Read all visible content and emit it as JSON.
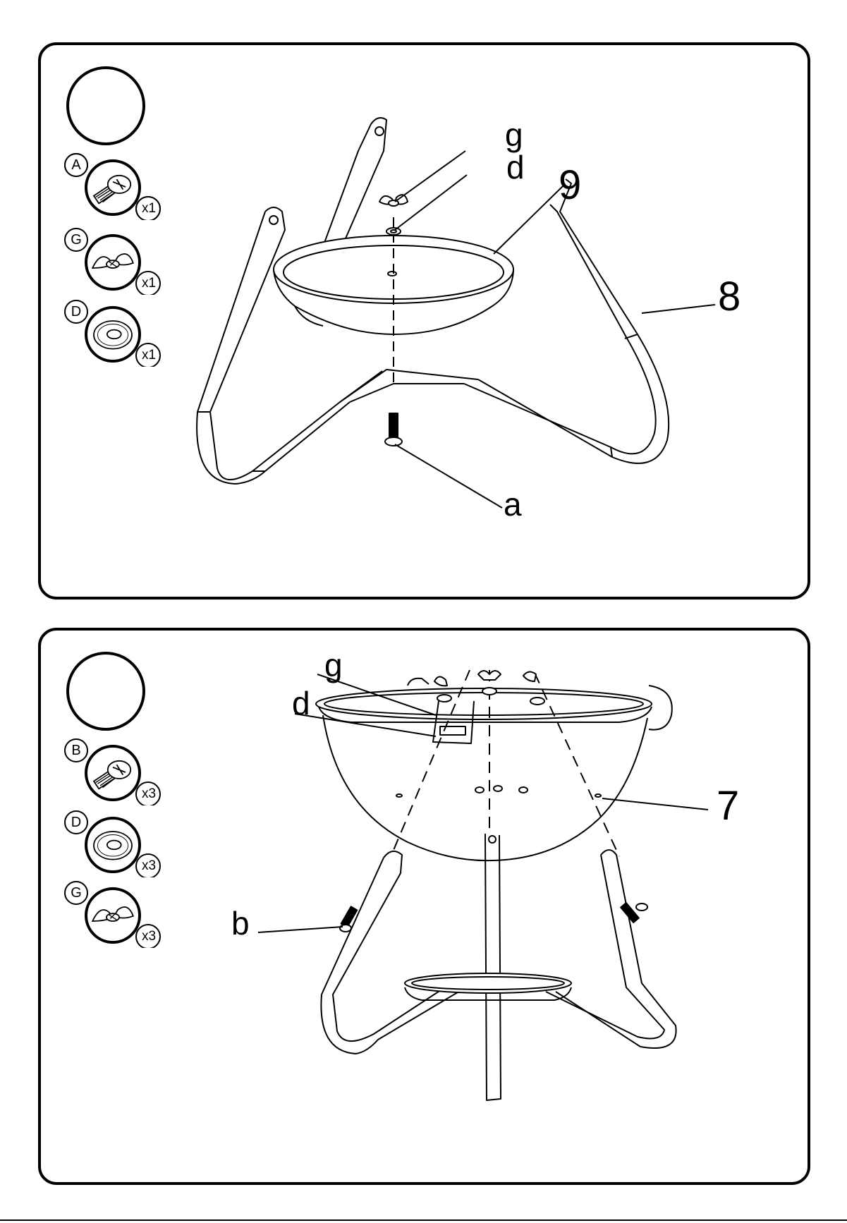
{
  "steps": [
    {
      "hardware": [
        {
          "letter": "A",
          "qty": "x1",
          "icon": "screw-icon"
        },
        {
          "letter": "G",
          "qty": "x1",
          "icon": "wing-nut-icon"
        },
        {
          "letter": "D",
          "qty": "x1",
          "icon": "washer-icon"
        }
      ],
      "callouts": {
        "g": "g",
        "d": "d",
        "part_9": "9",
        "part_8": "8",
        "a": "a"
      }
    },
    {
      "hardware": [
        {
          "letter": "B",
          "qty": "x3",
          "icon": "screw-icon"
        },
        {
          "letter": "D",
          "qty": "x3",
          "icon": "washer-icon"
        },
        {
          "letter": "G",
          "qty": "x3",
          "icon": "wing-nut-icon"
        }
      ],
      "callouts": {
        "g": "g",
        "d": "d",
        "part_7": "7",
        "b": "b"
      }
    }
  ]
}
